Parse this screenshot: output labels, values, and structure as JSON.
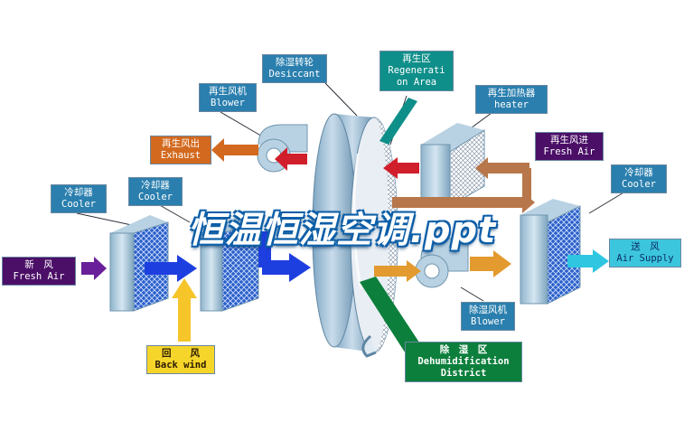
{
  "watermark": "恒温恒湿空调.ppt",
  "labels": {
    "desiccant": {
      "cn": "除湿转轮",
      "en": "Desiccant"
    },
    "regen_area": {
      "cn": "再生区",
      "en1": "Regenerati",
      "en2": "on Area"
    },
    "regen_blower": {
      "cn": "再生风机",
      "en": "Blower"
    },
    "regen_heater": {
      "cn": "再生加热器",
      "en": "heater"
    },
    "exhaust": {
      "cn": "再生风出",
      "en": "Exhaust"
    },
    "fresh_air_in": {
      "cn": "再生风进",
      "en": "Fresh Air"
    },
    "cooler_1": {
      "cn": "冷却器",
      "en": "Cooler"
    },
    "cooler_2": {
      "cn": "冷却器",
      "en": "Cooler"
    },
    "cooler_3": {
      "cn": "冷却器",
      "en": "Cooler"
    },
    "fresh_air": {
      "cn": "新　风",
      "en": "Fresh Air"
    },
    "supply": {
      "cn": "送　风",
      "en": "Air Supply"
    },
    "back_wind": {
      "cn": "回　　风",
      "en": "Back wind"
    },
    "dehum_blower": {
      "cn": "除湿风机",
      "en": "Blower"
    },
    "dehum_district": {
      "cn": "除　湿　区",
      "en1": "Dehumidification",
      "en2": "District"
    }
  },
  "colors": {
    "label_blue": "#2a7fae",
    "exhaust_orange": "#d2691e",
    "fresh_air_purple": "#4b0f67",
    "supply_cyan": "#3cc6de",
    "regen_teal": "#0f8f8a",
    "dehum_green": "#0d7f3c",
    "back_wind_yellow": "#f6d52a",
    "arrow_red": "#d11e2b",
    "arrow_blue": "#1e3fe0",
    "arrow_orange": "#e39a2e",
    "arrow_brown": "#b8774a"
  }
}
